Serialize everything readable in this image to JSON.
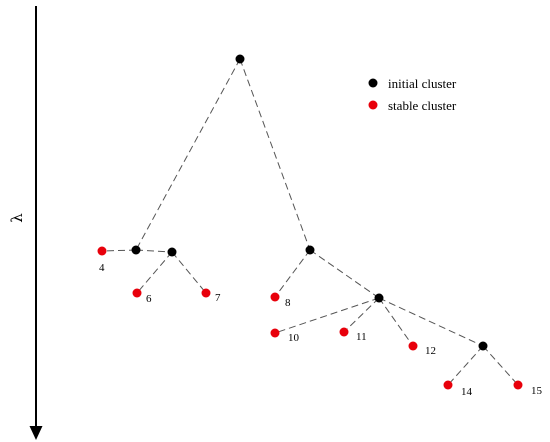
{
  "axis": {
    "label": "λ"
  },
  "legend": {
    "items": [
      {
        "label": "initial cluster",
        "color": "#000000"
      },
      {
        "label": "stable cluster",
        "color": "#e8000b"
      }
    ]
  },
  "tree": {
    "nodes": [
      {
        "id": "root",
        "type": "initial",
        "label": ""
      },
      {
        "id": "a",
        "type": "initial",
        "label": ""
      },
      {
        "id": "b",
        "type": "initial",
        "label": ""
      },
      {
        "id": "n4",
        "type": "stable",
        "label": "4"
      },
      {
        "id": "n6",
        "type": "stable",
        "label": "6"
      },
      {
        "id": "n7",
        "type": "stable",
        "label": "7"
      },
      {
        "id": "c",
        "type": "initial",
        "label": ""
      },
      {
        "id": "n8",
        "type": "stable",
        "label": "8"
      },
      {
        "id": "d",
        "type": "initial",
        "label": ""
      },
      {
        "id": "n10",
        "type": "stable",
        "label": "10"
      },
      {
        "id": "n11",
        "type": "stable",
        "label": "11"
      },
      {
        "id": "n12",
        "type": "stable",
        "label": "12"
      },
      {
        "id": "e",
        "type": "initial",
        "label": ""
      },
      {
        "id": "n14",
        "type": "stable",
        "label": "14"
      },
      {
        "id": "n15",
        "type": "stable",
        "label": "15"
      }
    ],
    "edges": [
      [
        "root",
        "a"
      ],
      [
        "root",
        "c"
      ],
      [
        "a",
        "n4"
      ],
      [
        "a",
        "b"
      ],
      [
        "b",
        "n6"
      ],
      [
        "b",
        "n7"
      ],
      [
        "c",
        "n8"
      ],
      [
        "c",
        "d"
      ],
      [
        "d",
        "n10"
      ],
      [
        "d",
        "n11"
      ],
      [
        "d",
        "n12"
      ],
      [
        "d",
        "e"
      ],
      [
        "e",
        "n14"
      ],
      [
        "e",
        "n15"
      ]
    ]
  }
}
